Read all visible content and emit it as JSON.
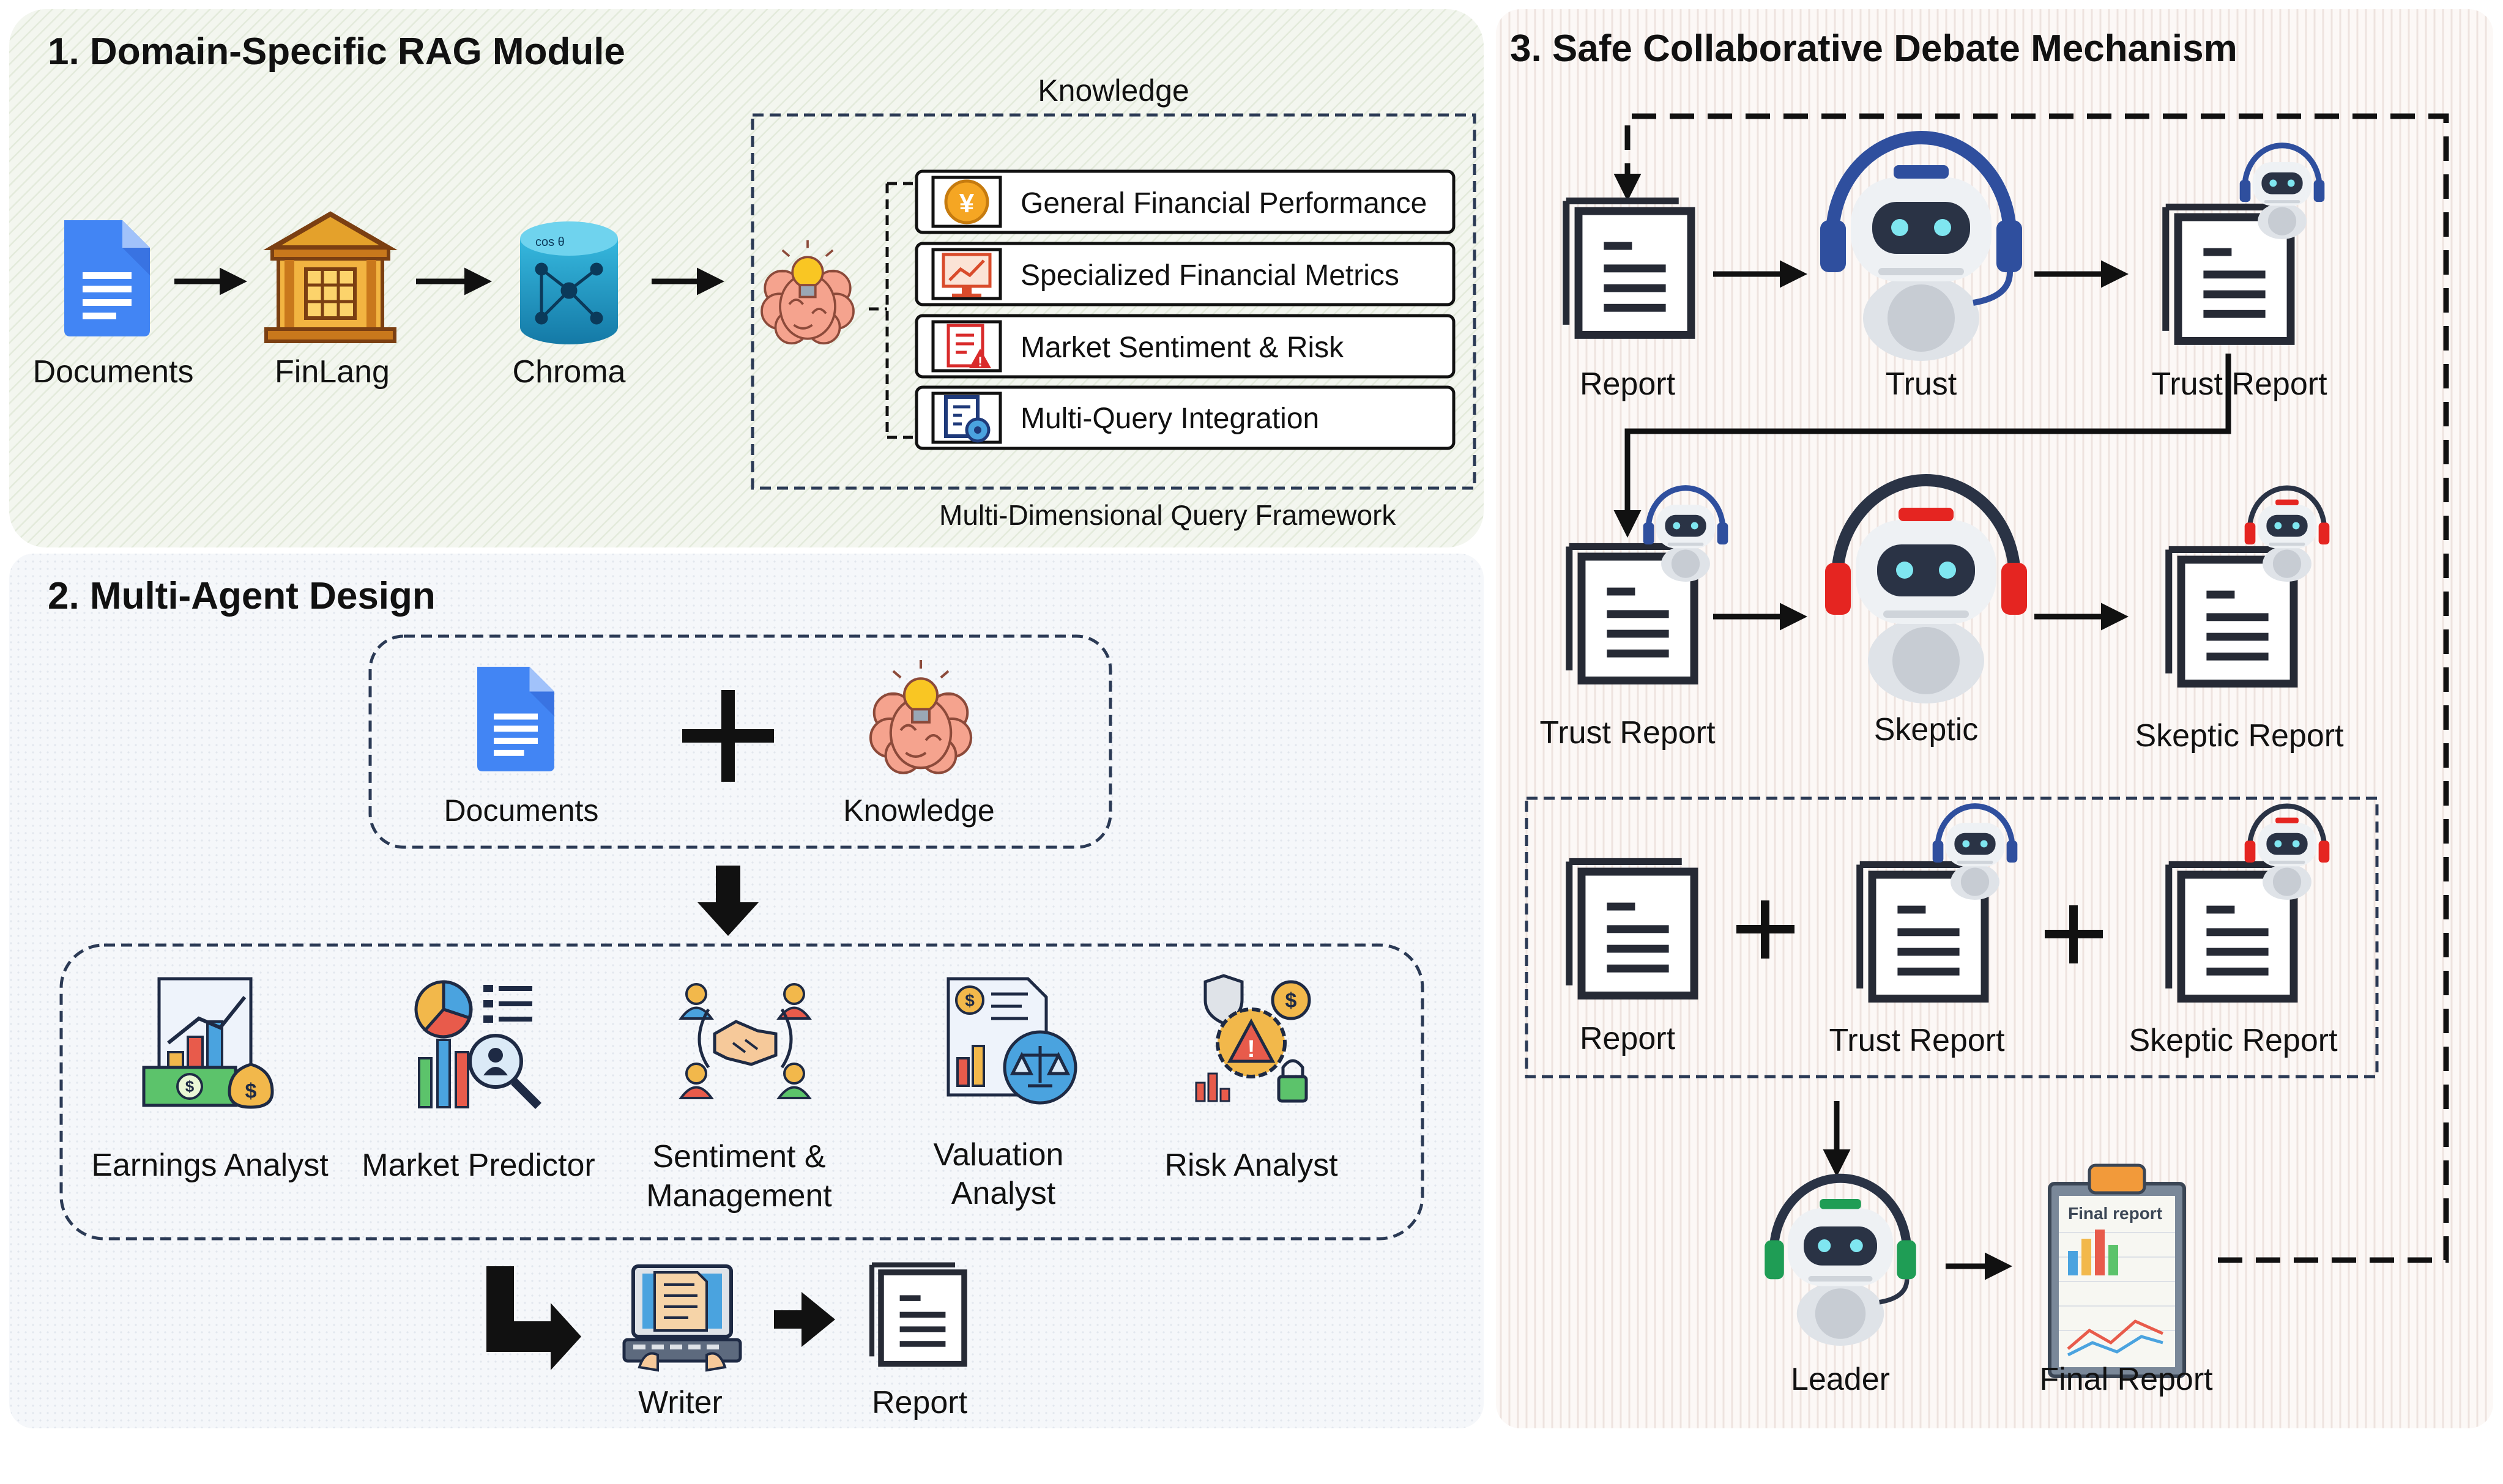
{
  "section1": {
    "title": "1. Domain-Specific RAG Module",
    "pipeline": [
      "Documents",
      "FinLang",
      "Chroma"
    ],
    "chroma_icon_label": "cos θ",
    "knowledge_label": "Knowledge",
    "queries": [
      {
        "label": "General Financial Performance",
        "icon": "yen-coin-icon"
      },
      {
        "label": "Specialized Financial Metrics",
        "icon": "monitor-chart-icon"
      },
      {
        "label": "Market Sentiment & Risk",
        "icon": "warning-document-icon"
      },
      {
        "label": "Multi-Query Integration",
        "icon": "integration-gear-icon"
      }
    ],
    "framework_label": "Multi-Dimensional Query Framework"
  },
  "section2": {
    "title": "2. Multi-Agent Design",
    "inputs": [
      "Documents",
      "Knowledge"
    ],
    "agents": [
      {
        "line1": "Earnings Analyst",
        "line2": "",
        "icon": "earnings-chart-icon"
      },
      {
        "line1": "Market Predictor",
        "line2": "",
        "icon": "market-analysis-icon"
      },
      {
        "line1": "Sentiment &",
        "line2": "Management",
        "icon": "handshake-icon"
      },
      {
        "line1": "Valuation",
        "line2": "Analyst",
        "icon": "valuation-scale-icon"
      },
      {
        "line1": "Risk Analyst",
        "line2": "",
        "icon": "risk-shield-icon"
      }
    ],
    "writer_label": "Writer",
    "report_label": "Report"
  },
  "section3": {
    "title": "3. Safe Collaborative Debate Mechanism",
    "row1": [
      "Report",
      "Trust",
      "Trust Report"
    ],
    "row2": [
      "Trust Report",
      "Skeptic",
      "Skeptic Report"
    ],
    "row3": [
      "Report",
      "Trust Report",
      "Skeptic Report"
    ],
    "leader_label": "Leader",
    "final_label": "Final Report",
    "clipboard_caption": "Final report"
  },
  "colors": {
    "trust_accent": "#2f4f9e",
    "skeptic_accent": "#e52521",
    "leader_accent": "#1f9d55",
    "doc_blue": "#4285f4",
    "brain": "#f5a38e",
    "bulb": "#f9c623"
  }
}
